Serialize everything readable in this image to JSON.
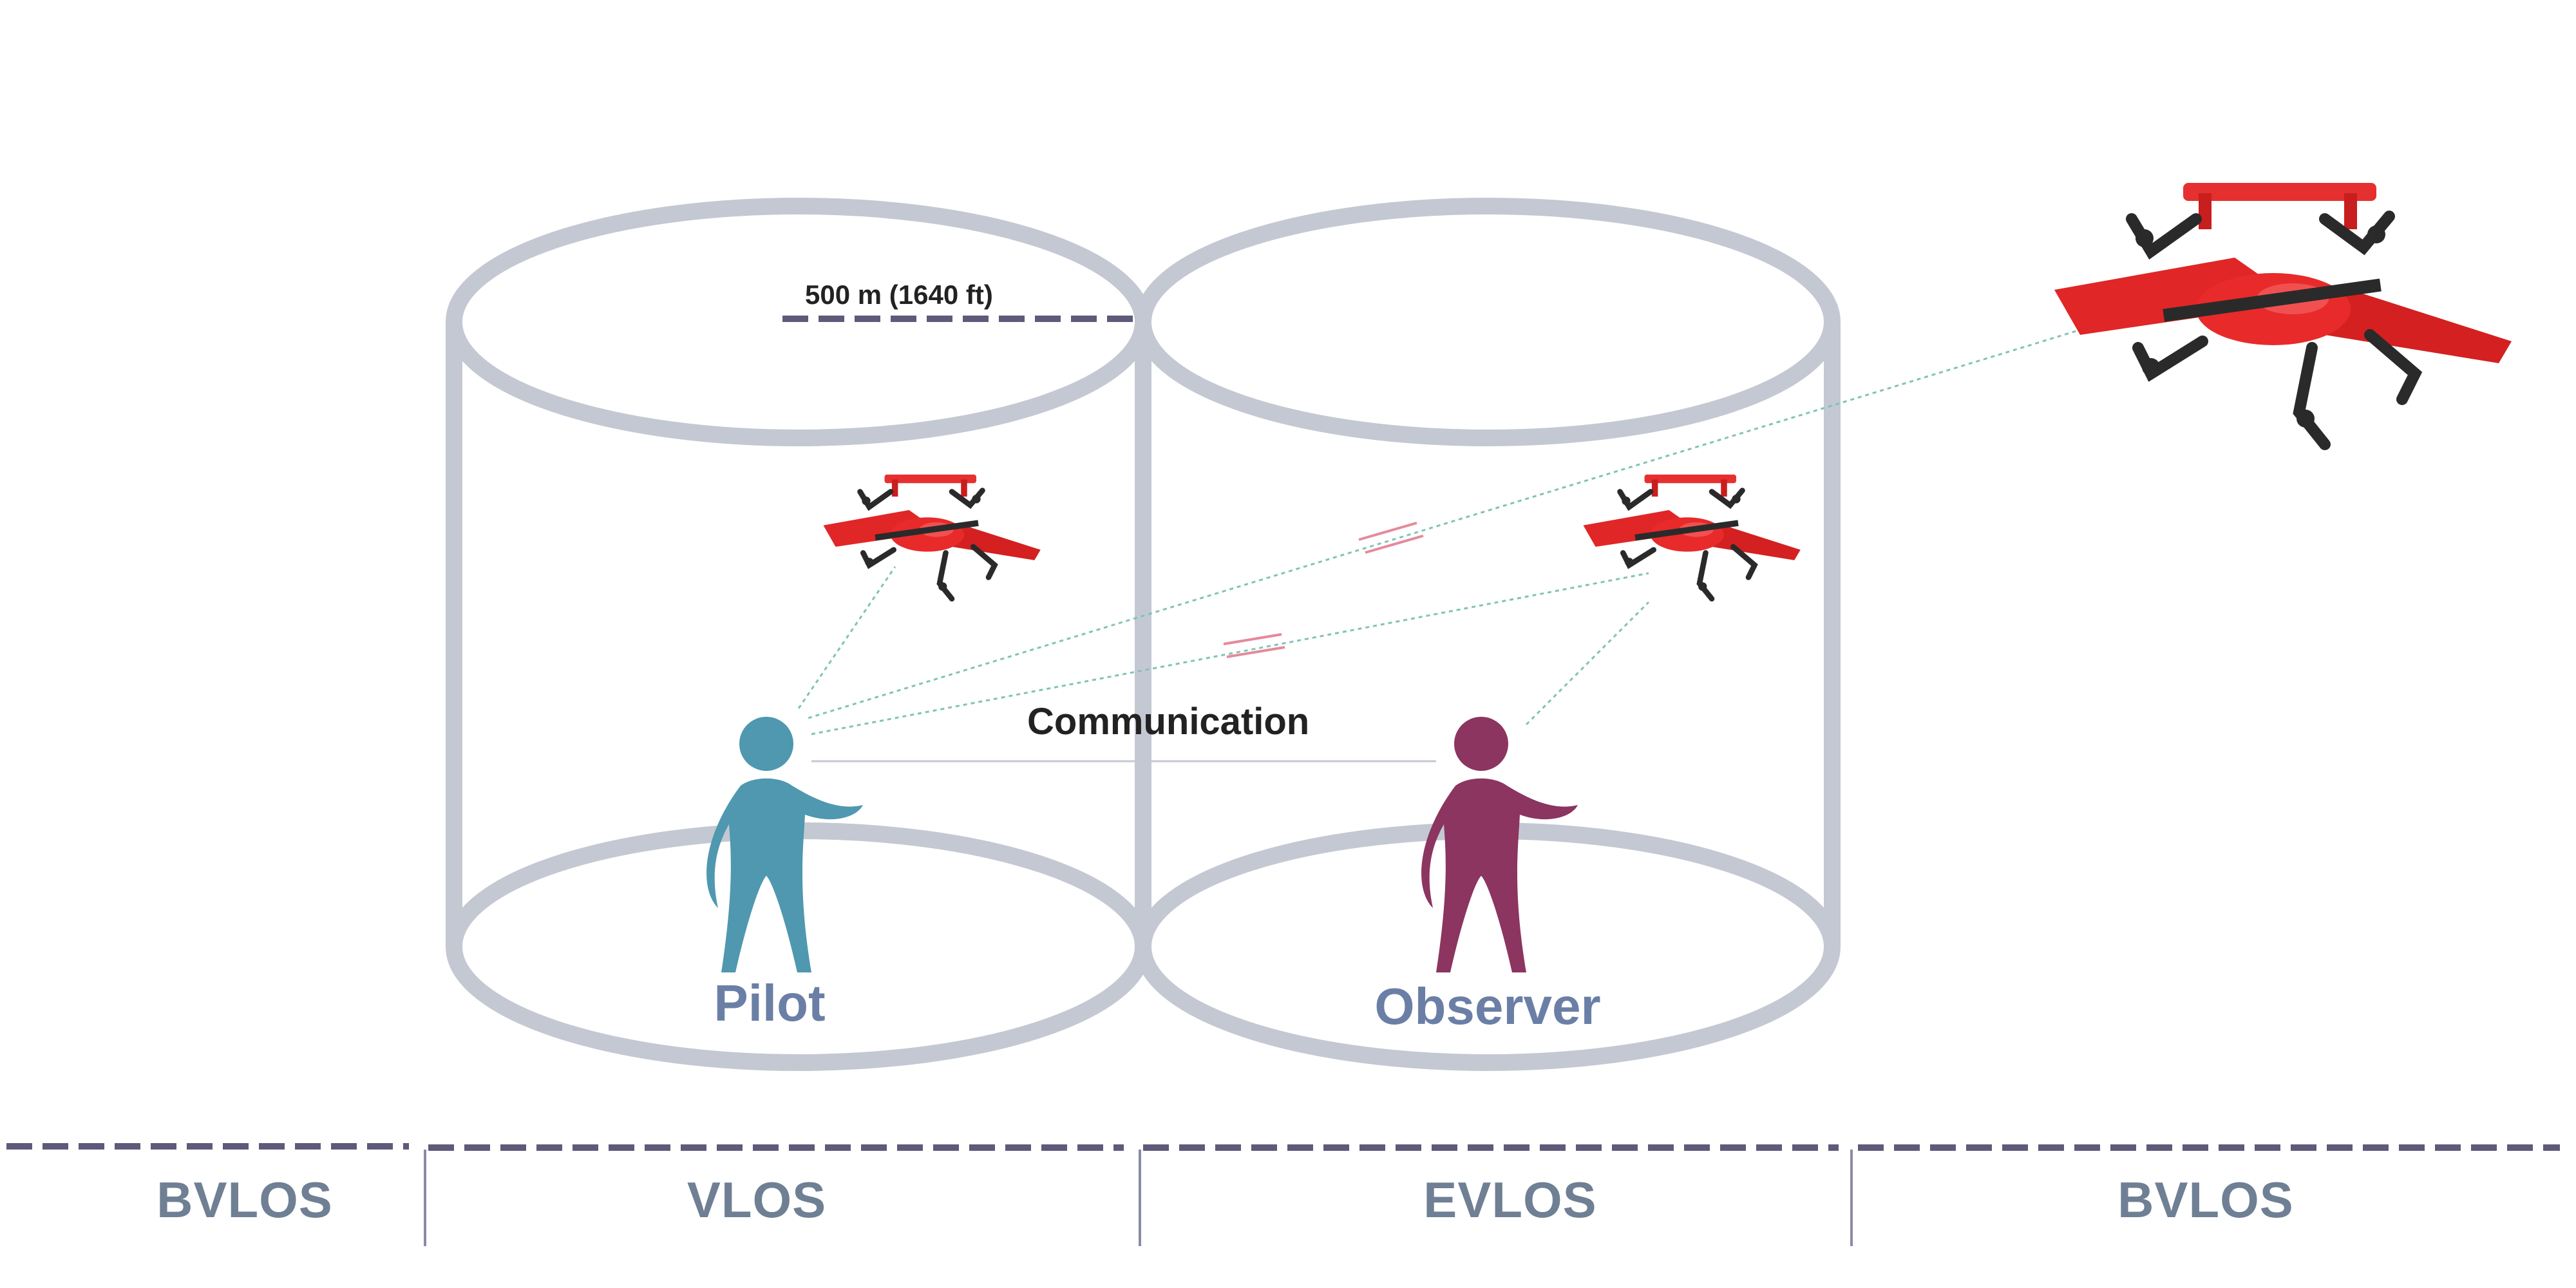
{
  "distance_label": "500 m (1640 ft)",
  "communication_label": "Communication",
  "people": {
    "pilot": "Pilot",
    "observer": "Observer"
  },
  "zones": [
    "BVLOS",
    "VLOS",
    "EVLOS",
    "BVLOS"
  ],
  "icons": {
    "person": "person-figure-icon",
    "drone": "vtol-fixed-wing-drone-icon"
  },
  "colors": {
    "cylinder": "#c4c8d2",
    "pilot": "#4f98b0",
    "observer": "#8b3560",
    "label": "#6b7fa6",
    "zone_text": "#6f7f94",
    "dashes": "#5f5a7a",
    "sight_line": "#7fc4b6",
    "blocked_mark": "#e58a9a",
    "drone_body": "#e82a2a",
    "drone_frame": "#2a2a2a",
    "text_dark": "#222222"
  }
}
